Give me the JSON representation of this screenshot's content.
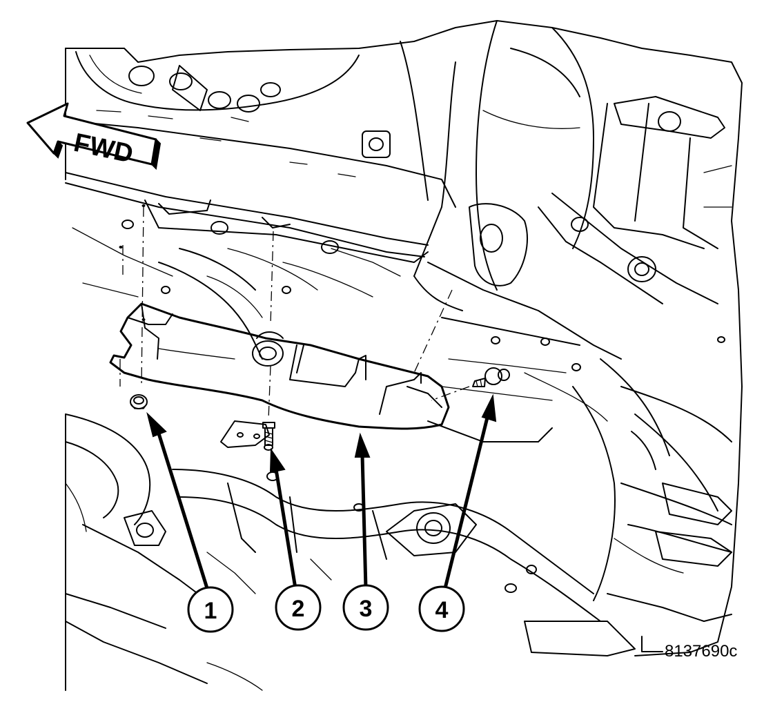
{
  "direction_indicator": {
    "label": "FWD"
  },
  "callouts": [
    {
      "number": "1"
    },
    {
      "number": "2"
    },
    {
      "number": "3"
    },
    {
      "number": "4"
    }
  ],
  "figure_id": "8137690c",
  "colors": {
    "line": "#000000",
    "background": "#ffffff"
  }
}
